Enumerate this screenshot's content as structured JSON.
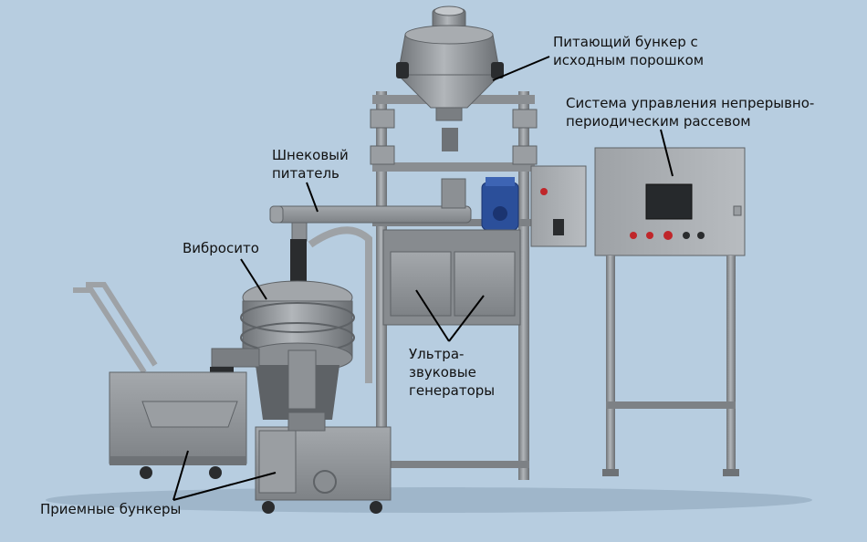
{
  "labels": {
    "feed_hopper": "Питающий бункер с\nисходным порошком",
    "control_system": "Система управления непрерывно-\nпериодическим рассевом",
    "screw_feeder": "Шнековый\nпитатель",
    "vibrosieve": "Вибросито",
    "ultrasonic_generators": "Ультра-\nзвуковые\nгенераторы",
    "receiving_bins": "Приемные бункеры"
  },
  "colors": {
    "background": "#b7cde0",
    "steel": "#8e9296",
    "steel_dark": "#5e6266",
    "steel_light": "#b4b8bc",
    "motor_blue": "#2b4f9a",
    "leader_line": "#000000",
    "button_red": "#c0262a"
  }
}
